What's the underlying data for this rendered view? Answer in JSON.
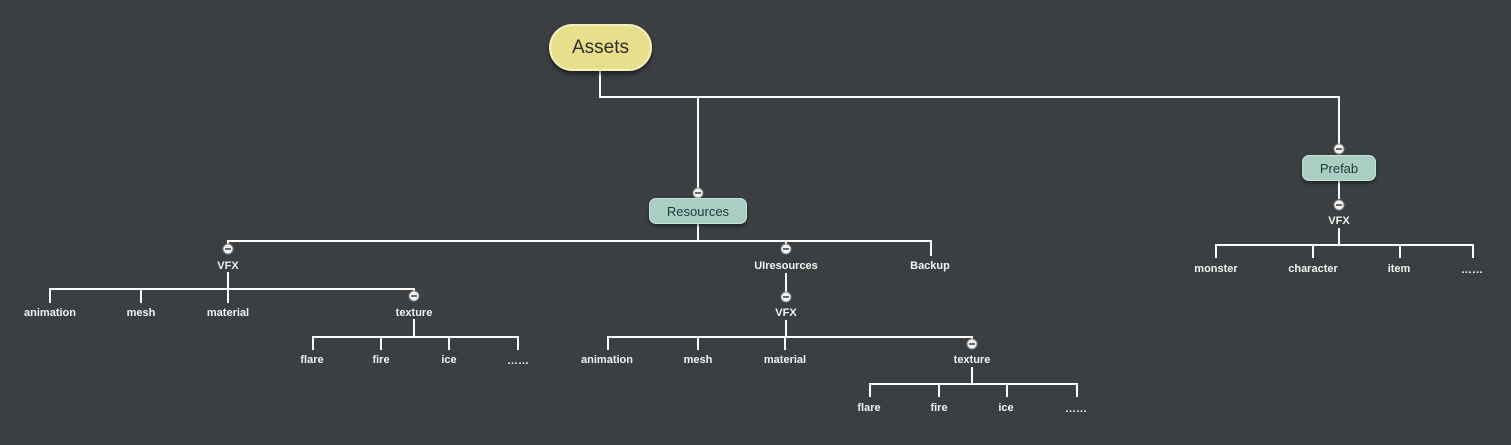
{
  "root": {
    "label": "Assets"
  },
  "resources": {
    "label": "Resources",
    "vfx": {
      "label": "VFX",
      "children": [
        "animation",
        "mesh",
        "material"
      ],
      "texture": {
        "label": "texture",
        "children": [
          "flare",
          "fire",
          "ice",
          "……"
        ]
      }
    },
    "uiresources": {
      "label": "UIresources",
      "vfx": {
        "label": "VFX",
        "children": [
          "animation",
          "mesh",
          "material"
        ],
        "texture": {
          "label": "texture",
          "children": [
            "flare",
            "fire",
            "ice",
            "……"
          ]
        }
      }
    },
    "backup": {
      "label": "Backup"
    }
  },
  "prefab": {
    "label": "Prefab",
    "vfx": {
      "label": "VFX",
      "children": [
        "monster",
        "character",
        "item",
        "……"
      ]
    }
  },
  "colors": {
    "background": "#3b3f41",
    "root": "#e8df8c",
    "branch": "#a9cfc5",
    "line": "#ffffff"
  }
}
